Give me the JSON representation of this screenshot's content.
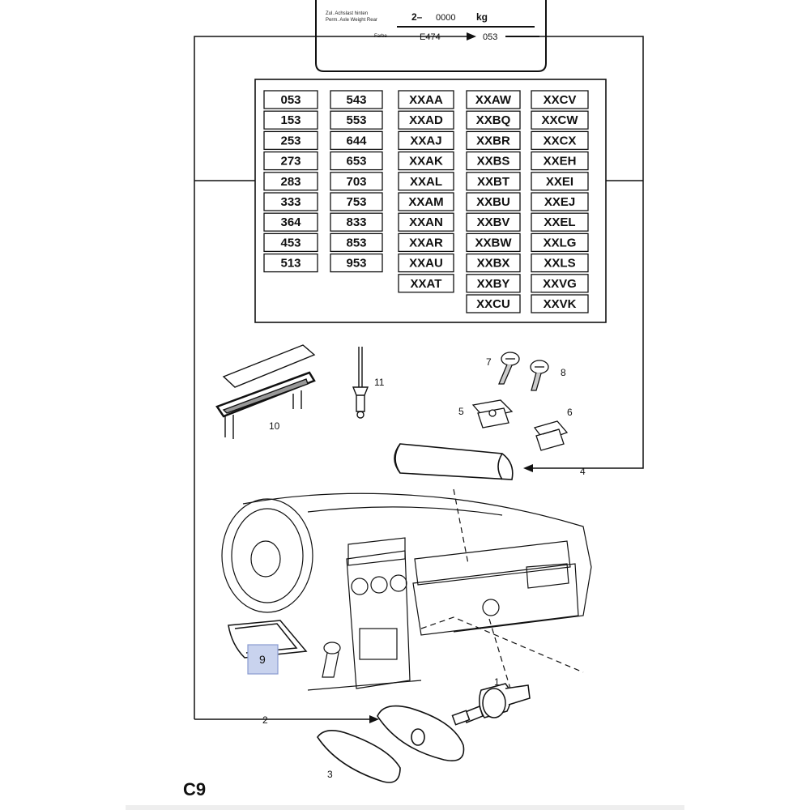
{
  "label_plate": {
    "line1": "Zul. Achslast hinten",
    "line2": "Perm. Axle Weight Rear",
    "weight_prefix": "2–",
    "weight_value": "0000",
    "weight_unit": "kg",
    "farbe_label": "Farbe",
    "farbe_code": "E474",
    "color_code": "053"
  },
  "color_table": {
    "columns": [
      [
        "053",
        "153",
        "253",
        "273",
        "283",
        "333",
        "364",
        "453",
        "513"
      ],
      [
        "543",
        "553",
        "644",
        "653",
        "703",
        "753",
        "833",
        "853",
        "953"
      ],
      [
        "XXAA",
        "XXAD",
        "XXAJ",
        "XXAK",
        "XXAL",
        "XXAM",
        "XXAN",
        "XXAR",
        "XXAU",
        "XXAT"
      ],
      [
        "XXAW",
        "XXBQ",
        "XXBR",
        "XXBS",
        "XXBT",
        "XXBU",
        "XXBV",
        "XXBW",
        "XXBX",
        "XXBY",
        "XXCU"
      ],
      [
        "XXCV",
        "XXCW",
        "XXCX",
        "XXEH",
        "XXEI",
        "XXEJ",
        "XXEL",
        "XXLG",
        "XXLS",
        "XXVG",
        "XXVK"
      ]
    ]
  },
  "callouts": {
    "c1": "1",
    "c2": "2",
    "c3": "3",
    "c4": "4",
    "c5": "5",
    "c6": "6",
    "c7": "7",
    "c8": "8",
    "c9": "9",
    "c10": "10",
    "c11": "11"
  },
  "page_code": "C9",
  "colors": {
    "line": "#111111",
    "highlight_fill": "#c9d3ee",
    "highlight_stroke": "#8a9bd0"
  }
}
